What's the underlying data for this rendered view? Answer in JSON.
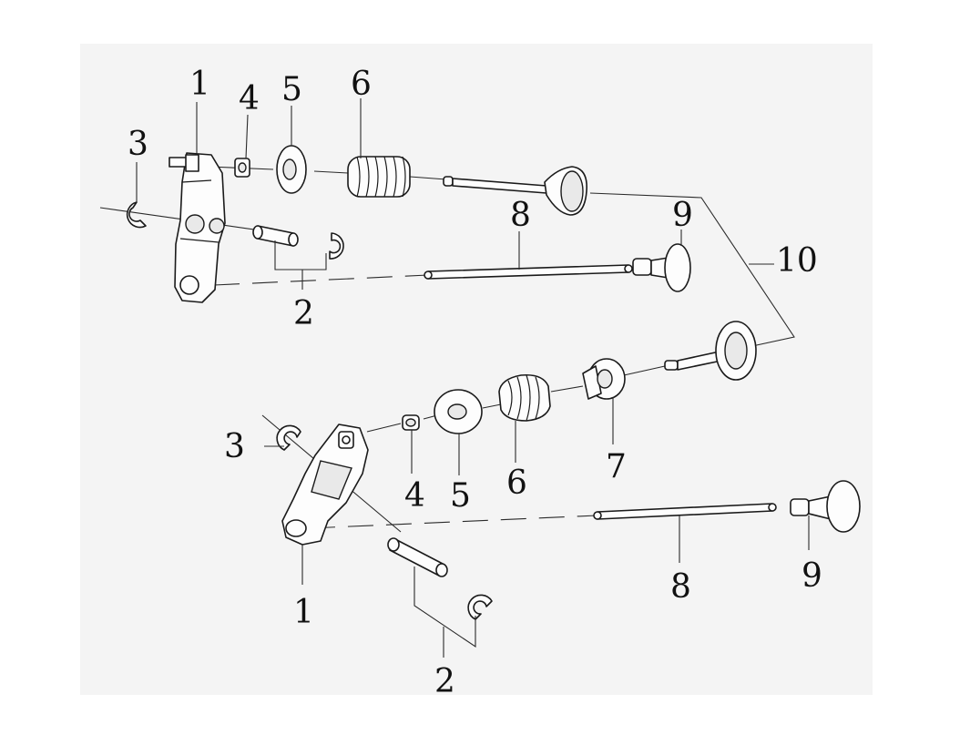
{
  "callouts": {
    "upper": {
      "rocker_arm": "1",
      "rocker_shaft_set": "2",
      "clip_left": "3",
      "nut": "4",
      "washer": "5",
      "spring": "6",
      "pushrod": "8",
      "valve": "9"
    },
    "shared": {
      "assembly": "10"
    },
    "lower": {
      "clip": "3",
      "nut": "4",
      "washer": "5",
      "spring": "6",
      "retainer": "7",
      "rocker_arm": "1",
      "rocker_shaft_set": "2",
      "pushrod": "8",
      "valve": "9"
    }
  },
  "colors": {
    "background": "#ffffff",
    "panel": "#f4f4f4",
    "line": "#1a1a1a"
  }
}
